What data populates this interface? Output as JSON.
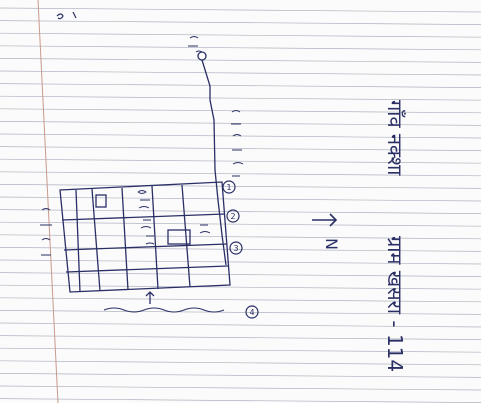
{
  "page": {
    "paper_color": "#fbfbfb",
    "rule_line_color": "#aeb3bf",
    "margin_line_color": "#c99a8e",
    "ink_color": "#2a2f66"
  },
  "heading": {
    "village_label": "गाँव नक्शा",
    "khasra_label": "ग्राम खसरा - 114"
  },
  "sketch": {
    "north_label": "N",
    "north_arrow_icon": "arrow-right-icon",
    "top_label": "",
    "road_label": "",
    "bottom_label": "",
    "left_label": "",
    "markers": [
      {
        "label": "1"
      },
      {
        "label": "2"
      },
      {
        "label": "3"
      },
      {
        "label": "4"
      }
    ]
  }
}
